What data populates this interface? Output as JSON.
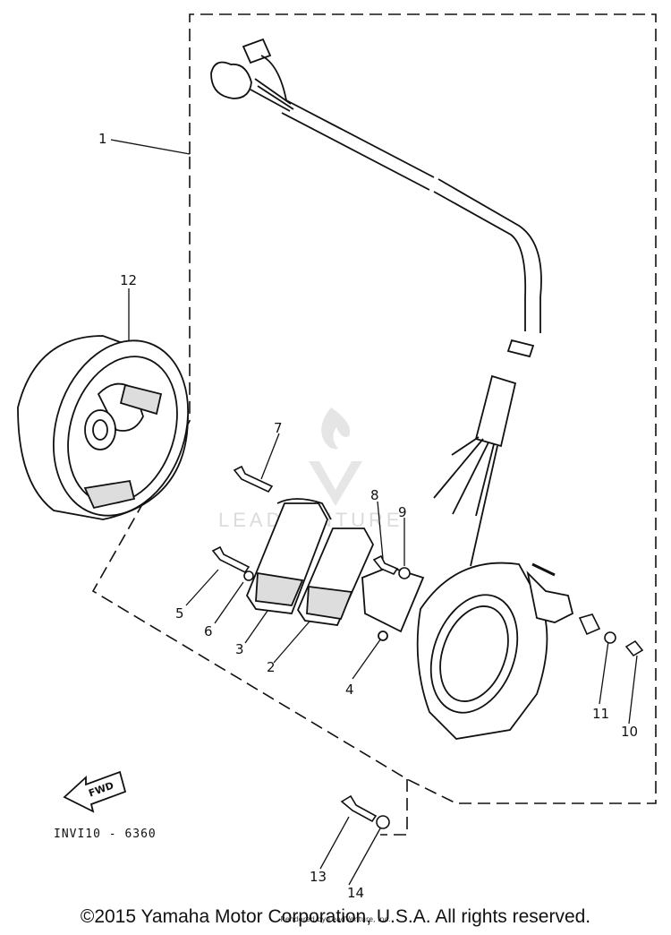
{
  "diagram": {
    "code": "INVI10 - 6360",
    "fwd_label": "FWD",
    "watermark": "LEADVENTURE",
    "callouts": [
      "1",
      "2",
      "3",
      "4",
      "5",
      "6",
      "7",
      "8",
      "9",
      "10",
      "11",
      "12",
      "13",
      "14"
    ]
  },
  "footer": {
    "credit": "Rendered by LeadVenture, Inc.",
    "copyright": "©2015 Yamaha Motor Corporation, U.S.A. All rights reserved."
  }
}
